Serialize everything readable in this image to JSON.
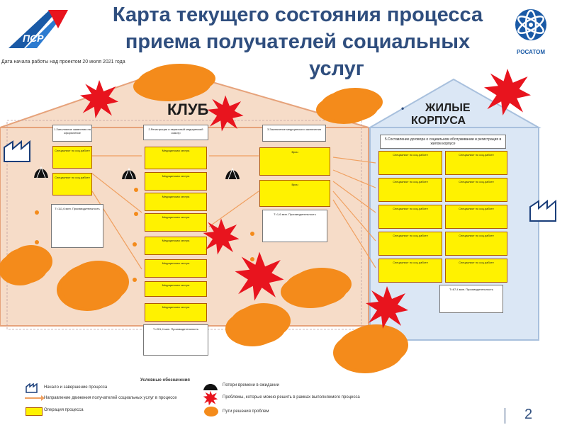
{
  "slide": {
    "title_line1": "Карта текущего состояния процесса",
    "title_line2": "приема получателей социальных",
    "title_line3": "услуг",
    "date_note": "Дата начала работы над проектом 20 июля 2021 года",
    "page_number": "2"
  },
  "logos": {
    "left_logo_text": "ПСР",
    "right_logo_text": "РОСАТОМ",
    "accent_blue": "#1a5aa6",
    "accent_red": "#e21e26"
  },
  "buildings": {
    "club_label": "КЛУБ",
    "residential_label_line1": "ЖИЛЫЕ",
    "residential_label_line2": "КОРПУСА",
    "residential_section_header": "5.Составление договора о социальном обслуживании и регистрация в жилом корпусе"
  },
  "stages": [
    {
      "header": "1.Заполнение заявления на оформление"
    },
    {
      "header": "2.Регистрация и первичный медицинский осмотр"
    },
    {
      "header": "3.Заключение медицинского заключения"
    }
  ],
  "boxes": {
    "s1": "Специалист по соц.работе",
    "s2": "Медицинская сестра",
    "s3": "Врач",
    "s4": "Специалист по соц.работе",
    "s5": "Специалист по соц.работе"
  },
  "summary": {
    "s1": "Т=111,6 мин. Производительность",
    "s2": "Т=201,4 мин. Производительность",
    "s3": "Т=1,6 мин. Производительность",
    "s4": "Т=67,4 мин. Производительность"
  },
  "legend": {
    "title": "Условные обозначения",
    "start_end": "Начало и завершение процесса",
    "time_loss": "Потери времени в ожидании",
    "direction": "Направление движения получателей социальных услуг в процессе",
    "problems": "Проблемы, которые можно решить в рамках выполняемого процесса",
    "operation": "Операция процесса",
    "solutions": "Пути решения проблем"
  },
  "colors": {
    "title": "#2f4e7e",
    "house_fill": "#f6dcc8",
    "house_border": "#e6a27a",
    "resid_fill": "#dbe7f5",
    "operation_yellow": "#fff200",
    "problem_red": "#e8141e",
    "cloud_orange": "#f48b1b"
  }
}
